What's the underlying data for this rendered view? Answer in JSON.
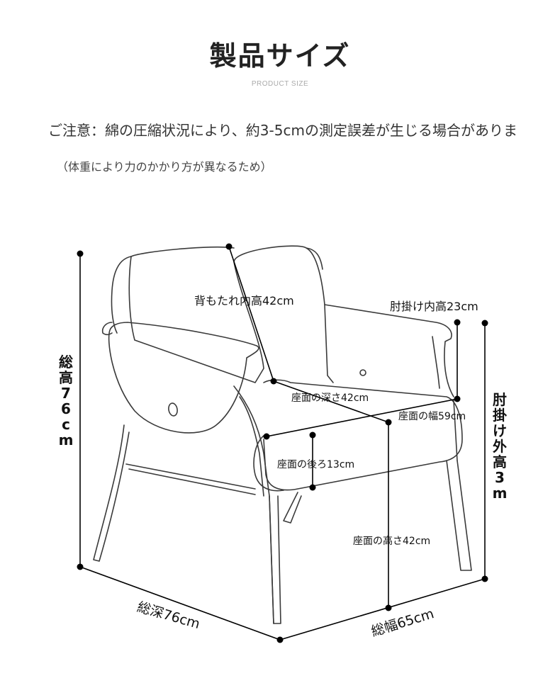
{
  "header": {
    "title": "製品サイズ",
    "subtitle": "PRODUCT SIZE"
  },
  "notice": {
    "line1": "ご注意：綿の圧縮状況により、約3-5cmの測定誤差が生じる場合がありま",
    "line2": "（体重により力のかかり方が異なるため）"
  },
  "dimensions": {
    "backrest_inner_height": "背もたれ内高42cm",
    "armrest_inner_height": "肘掛け内高23cm",
    "seat_depth": "座面の深さ42cm",
    "seat_width": "座面の幅59cm",
    "seat_rear": "座面の後ろ13cm",
    "seat_height": "座面の高さ42cm",
    "total_height": "総高76cm",
    "armrest_outer_height": "肘掛け外高3m",
    "total_depth": "総深76cm",
    "total_width": "総幅65cm"
  }
}
